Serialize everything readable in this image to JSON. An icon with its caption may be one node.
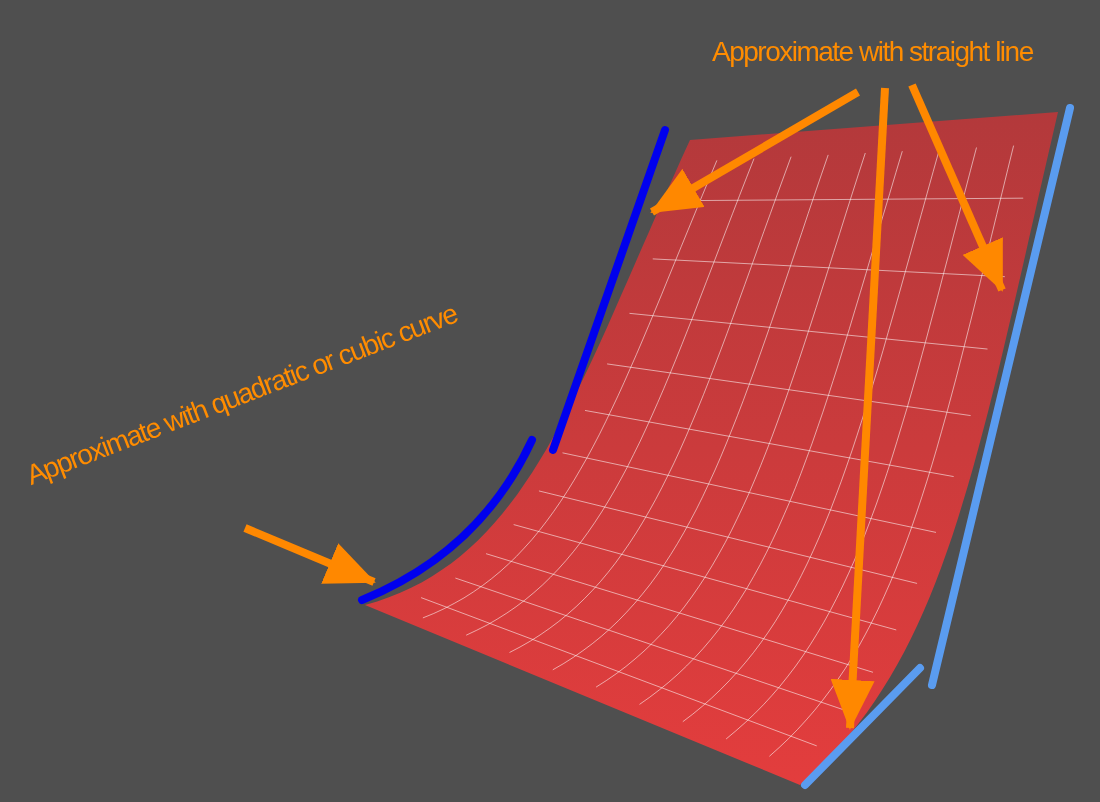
{
  "diagram": {
    "nodes": [
      {
        "text": [
          "Approximate with straight line"
        ]
      },
      {
        "text": [
          "Approximate with quadratic or cubic curve"
        ]
      },
      {
        "text": [],
        "shape": "line"
      },
      {
        "text": [],
        "shape": "line"
      },
      {
        "text": [],
        "shape": "line"
      },
      {
        "text": [],
        "shape": "curve"
      }
    ],
    "edges": [
      {
        "from": 0,
        "to": 2,
        "arrow": "to"
      },
      {
        "from": 0,
        "to": 4,
        "arrow": "to"
      },
      {
        "from": 0,
        "to": 3,
        "arrow": "to"
      },
      {
        "from": 1,
        "to": 5,
        "arrow": "to"
      }
    ]
  }
}
